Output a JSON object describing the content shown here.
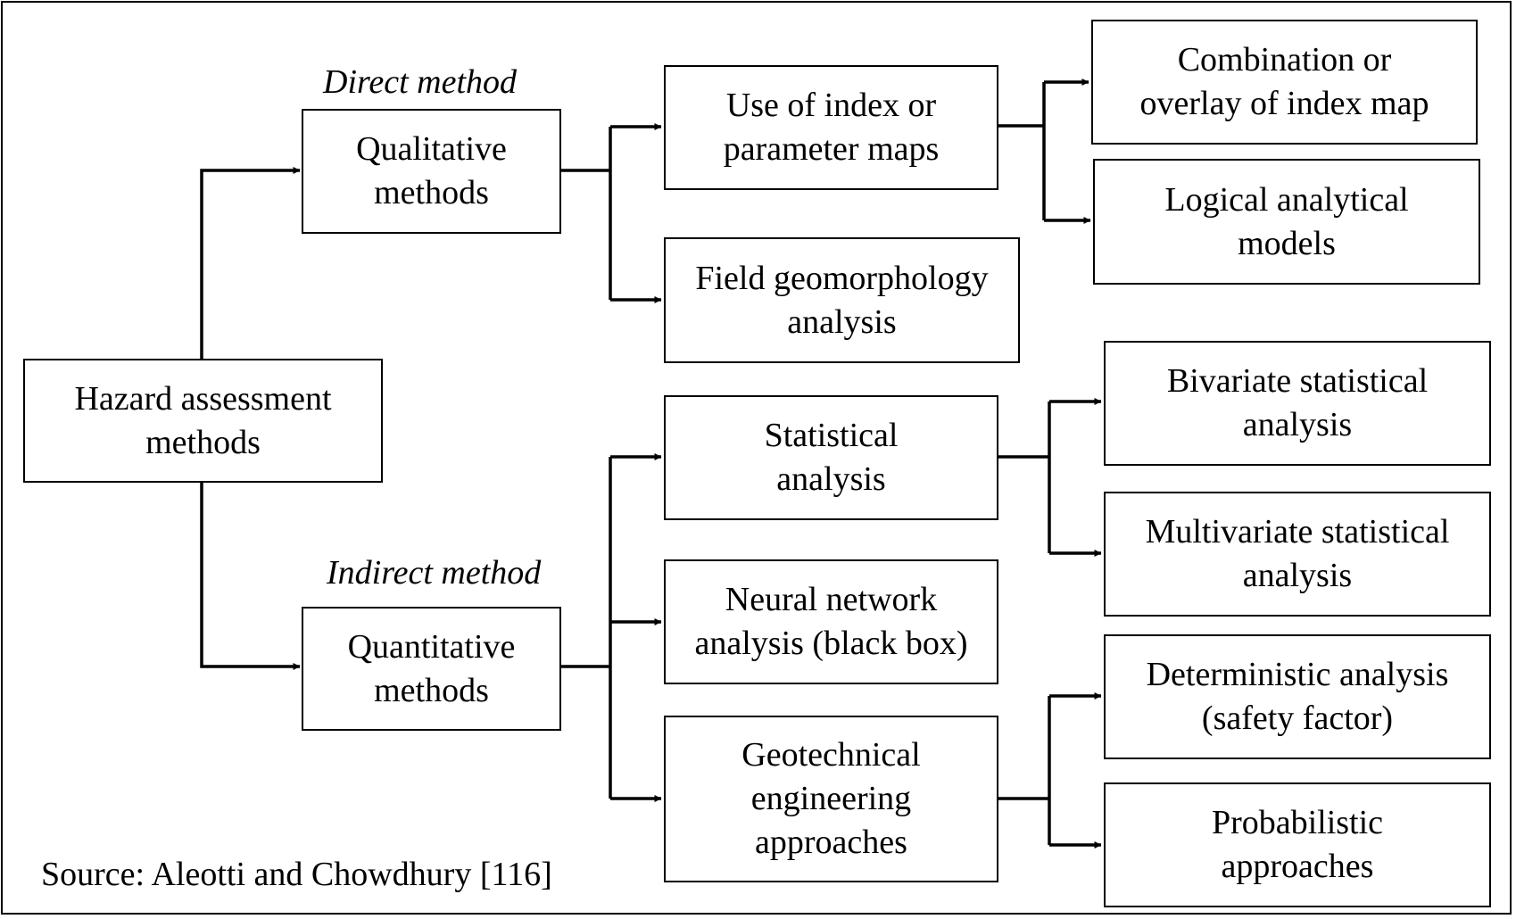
{
  "diagram": {
    "root": "Hazard assessment\nmethods",
    "branches": {
      "direct_label": "Direct method",
      "indirect_label": "Indirect method"
    },
    "qualitative": {
      "label": "Qualitative\nmethods",
      "index_maps": "Use of index or\nparameter maps",
      "field_geomorphology": "Field geomorphology\nanalysis",
      "combination_overlay": "Combination or\noverlay of index map",
      "logical_models": "Logical analytical\nmodels"
    },
    "quantitative": {
      "label": "Quantitative\nmethods",
      "statistical": "Statistical\nanalysis",
      "neural_network": "Neural network\nanalysis (black box)",
      "geotechnical": "Geotechnical\nengineering\napproaches",
      "bivariate": "Bivariate statistical\nanalysis",
      "multivariate": "Multivariate statistical\nanalysis",
      "deterministic": "Deterministic analysis\n(safety factor)",
      "probabilistic": "Probabilistic\napproaches"
    },
    "source": "Source: Aleotti and Chowdhury [116]"
  }
}
